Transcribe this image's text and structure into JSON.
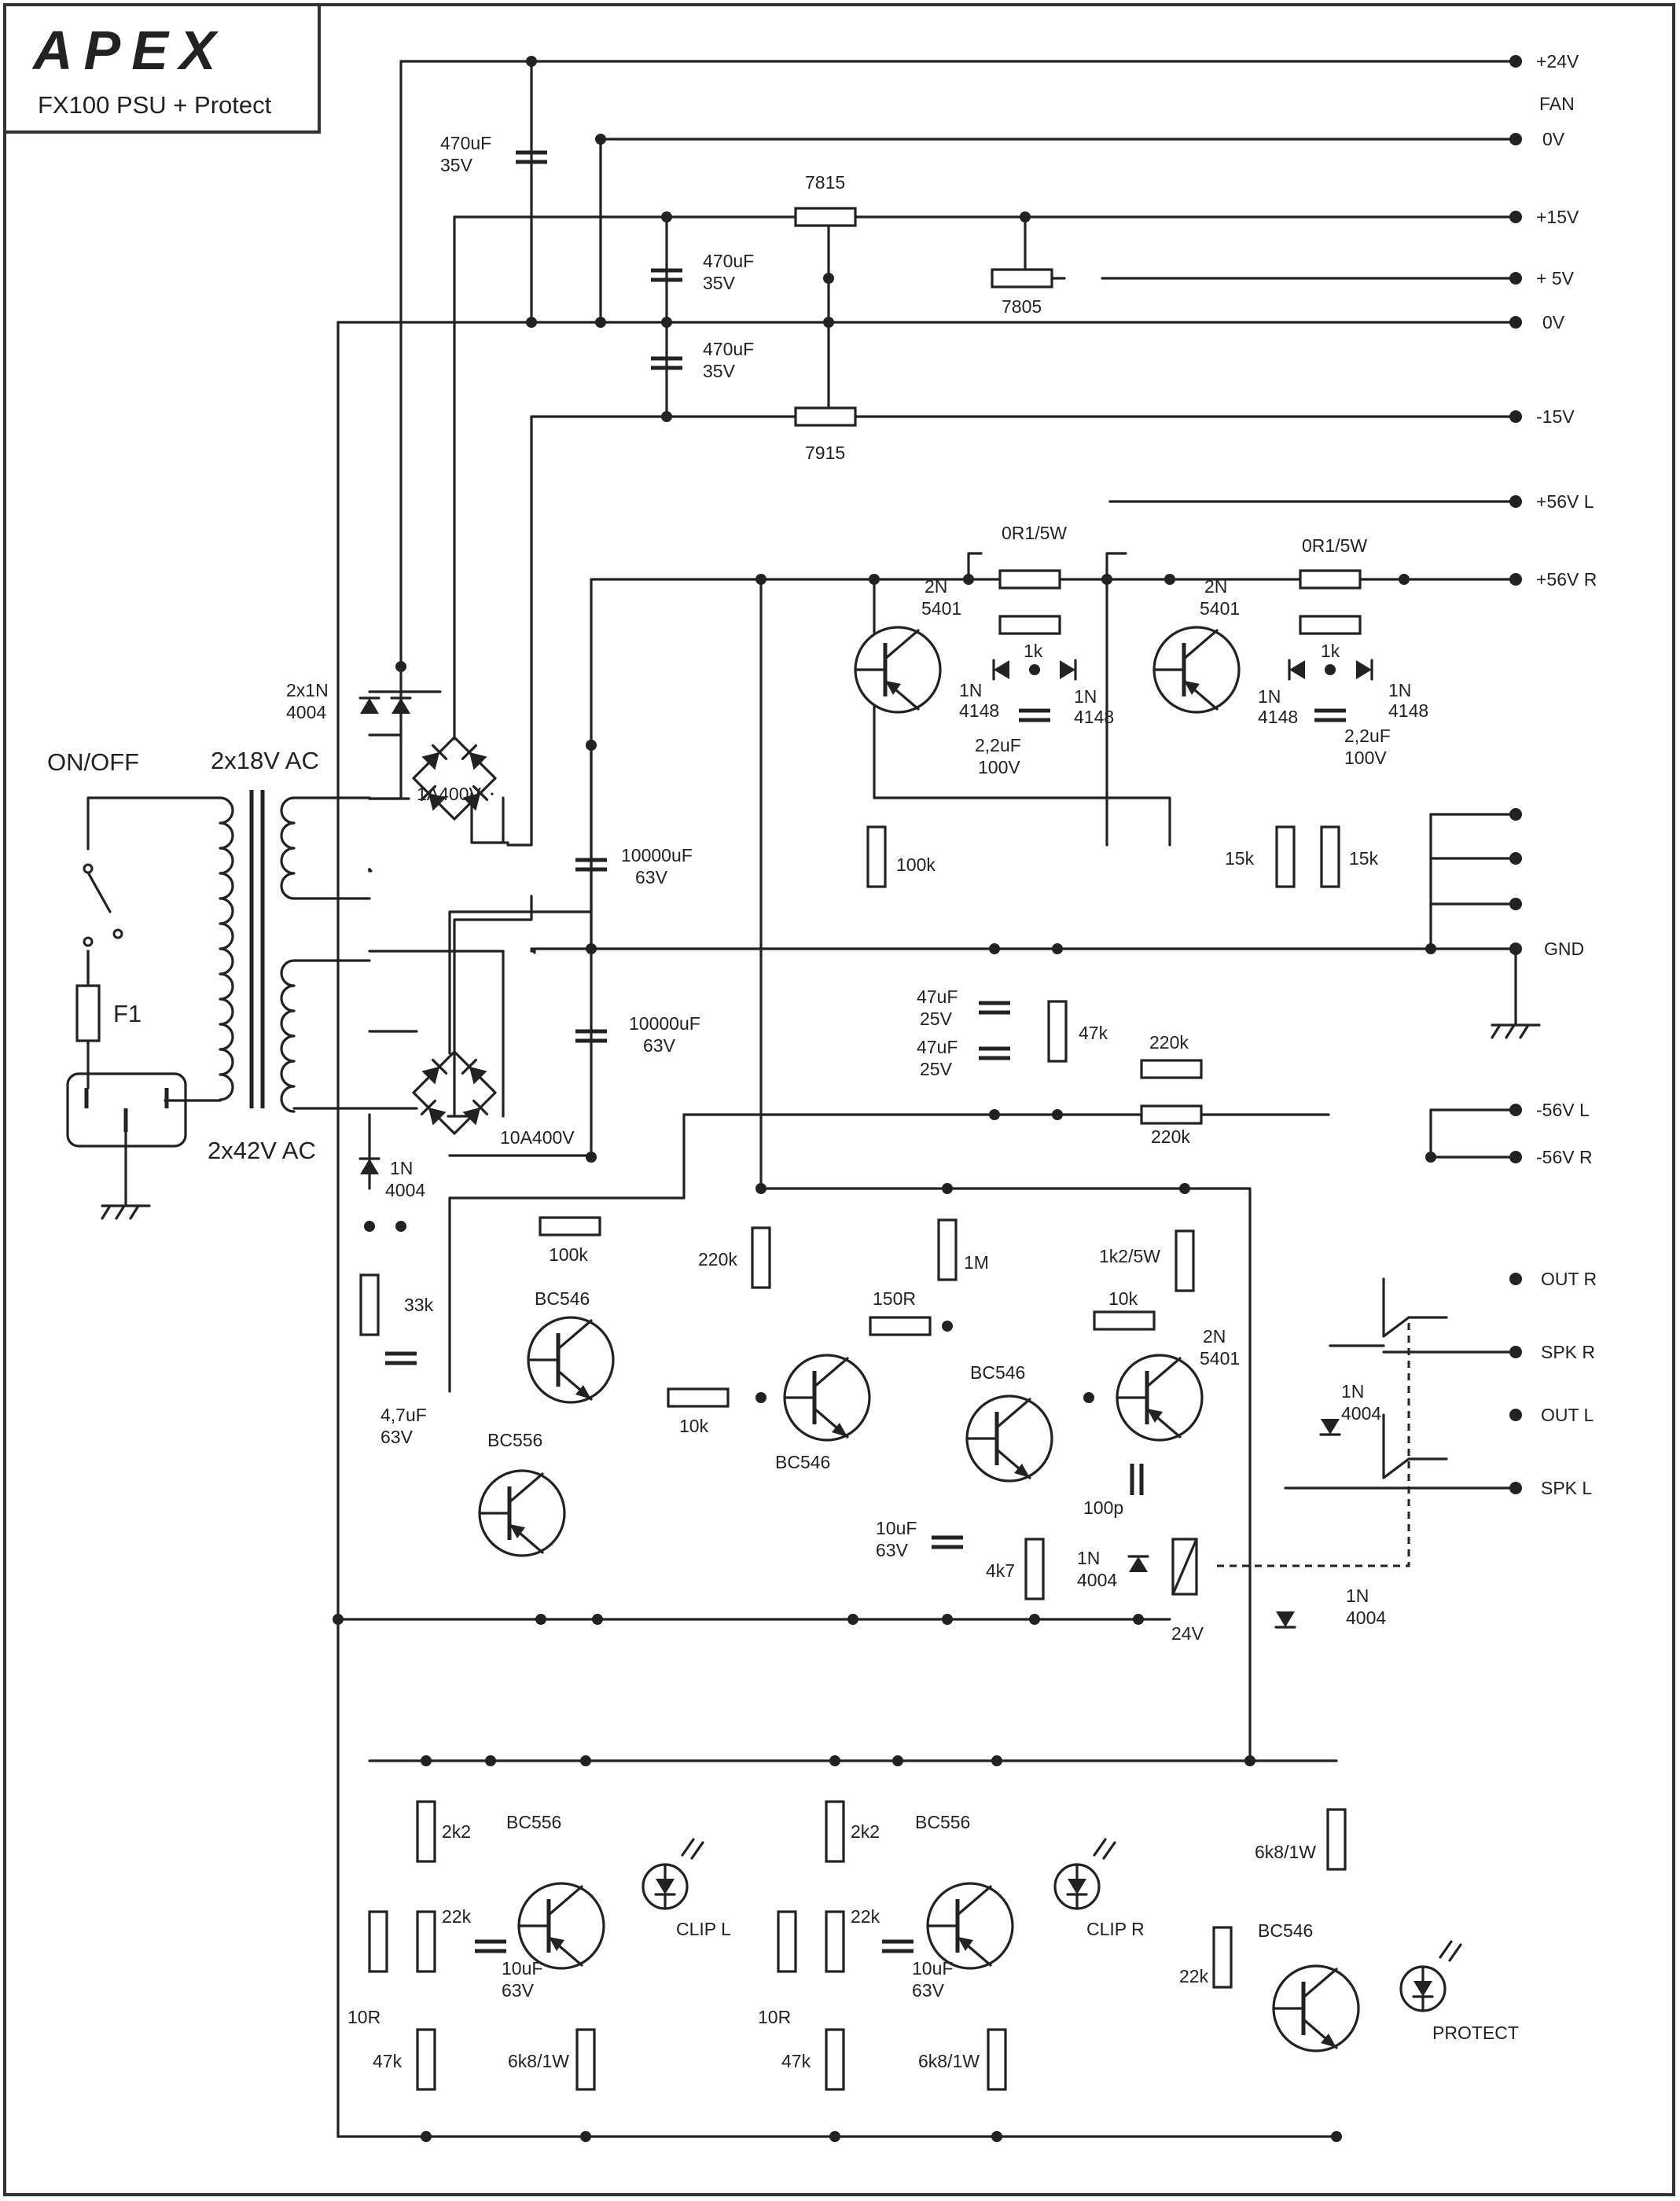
{
  "brand": "APEX",
  "title": "FX100 PSU + Protect",
  "terminals": {
    "v24": "+24V",
    "fan": "FAN",
    "fan_0v": "0V",
    "v15p": "+15V",
    "v5": "+ 5V",
    "v0": "0V",
    "v15n": "-15V",
    "v56l": "+56V L",
    "v56r": "+56V R",
    "gnd": "GND",
    "vn56l": "-56V L",
    "vn56r": "-56V R",
    "outr": "OUT R",
    "spkr": "SPK R",
    "outl": "OUT L",
    "spkl": "SPK L"
  },
  "labels": {
    "onoff": "ON/OFF",
    "tr18": "2x18V AC",
    "tr42": "2x42V AC",
    "fuse": "F1",
    "dio2x": "2x1N",
    "dio2x_b": "4004",
    "br1": "1A400V",
    "br2": "10A400V",
    "c470a": "470uF",
    "c470a_b": "35V",
    "c470b": "470uF",
    "c470b_b": "35V",
    "c470c": "470uF",
    "c470c_b": "35V",
    "reg7815": "7815",
    "reg7805": "7805",
    "reg7915": "7915",
    "r0r1a": "0R1/5W",
    "r0r1b": "0R1/5W",
    "q1a": "2N",
    "q1b": "5401",
    "q2a": "2N",
    "q2b": "5401",
    "r1k_a": "1k",
    "r1k_b": "1k",
    "d4148_1a": "1N",
    "d4148_1b": "4148",
    "d4148_2a": "1N",
    "d4148_2b": "4148",
    "d4148_3a": "1N",
    "d4148_3b": "4148",
    "d4148_4a": "1N",
    "d4148_4b": "4148",
    "c22a": "2,2uF",
    "c22a_b": "100V",
    "c22b": "2,2uF",
    "c22b_b": "100V",
    "c10000a": "10000uF",
    "c10000a_b": "63V",
    "c10000b": "10000uF",
    "c10000b_b": "63V",
    "r100k_a": "100k",
    "r15k_a": "15k",
    "r15k_b": "15k",
    "c47a": "47uF",
    "c47a_b": "25V",
    "c47b": "47uF",
    "c47b_b": "25V",
    "r47k_a": "47k",
    "r220k_a": "220k",
    "r220k_b": "220k",
    "d1n_a": "1N",
    "d1n_a_b": "4004",
    "r100k_b": "100k",
    "r33k": "33k",
    "c47u": "4,7uF",
    "c47u_b": "63V",
    "bc546a": "BC546",
    "bc556a": "BC556",
    "r10k_a": "10k",
    "r220k_c": "220k",
    "bc546b": "BC546",
    "r150r": "150R",
    "r1m": "1M",
    "c10u_a": "10uF",
    "c10u_a_b": "63V",
    "bc546c": "BC546",
    "r4k7": "4k7",
    "r1k2": "1k2/5W",
    "r10k_b": "10k",
    "q3a": "2N",
    "q3b": "5401",
    "c100p": "100p",
    "d1n_b": "1N",
    "d1n_b_b": "4004",
    "relay": "24V",
    "d1n_c": "1N",
    "d1n_c_b": "4004",
    "d1n_d": "1N",
    "d1n_d_b": "4004",
    "r2k2_a": "2k2",
    "bc556b": "BC556",
    "r22k_a": "22k",
    "c10u_b": "10uF",
    "c10u_b_b": "63V",
    "clipl": "CLIP L",
    "r10r_a": "10R",
    "r47k_b": "47k",
    "r6k8_a": "6k8/1W",
    "r2k2_b": "2k2",
    "bc556c": "BC556",
    "r22k_b": "22k",
    "c10u_c": "10uF",
    "c10u_c_b": "63V",
    "clipr": "CLIP R",
    "r10r_b": "10R",
    "r47k_c": "47k",
    "r6k8_b": "6k8/1W",
    "r6k8_c": "6k8/1W",
    "bc546d": "BC546",
    "r22k_c": "22k",
    "protect": "PROTECT"
  }
}
